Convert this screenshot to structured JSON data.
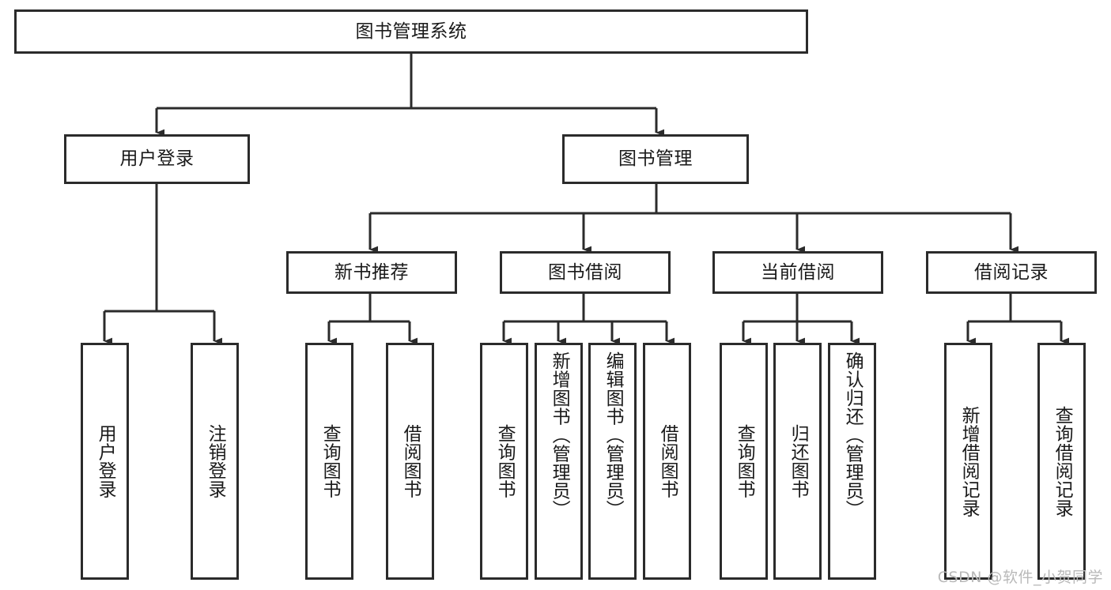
{
  "diagram": {
    "type": "tree-hierarchy-chart",
    "title": "图书管理系统",
    "orientation": "top-down",
    "colors": {
      "box_border": "#2b2b2b",
      "box_fill": "#ffffff",
      "connector": "#2b2b2b",
      "text": "#1a1a1a",
      "watermark": "#b9b9b9",
      "background": "#ffffff"
    },
    "levels": {
      "root": {
        "label": "图书管理系统"
      },
      "level2": [
        {
          "id": "user-login",
          "label": "用户登录"
        },
        {
          "id": "book-management",
          "label": "图书管理"
        }
      ],
      "level3": [
        {
          "id": "new-book-recommend",
          "label": "新书推荐"
        },
        {
          "id": "book-borrow",
          "label": "图书借阅"
        },
        {
          "id": "current-borrow",
          "label": "当前借阅"
        },
        {
          "id": "borrow-record",
          "label": "借阅记录"
        }
      ],
      "leaves": {
        "user_login": [
          {
            "id": "leaf-user-login",
            "label": "用户登录"
          },
          {
            "id": "leaf-logout-login",
            "label": "注销登录"
          }
        ],
        "new_book_recommend": [
          {
            "id": "leaf-query-book-1",
            "label": "查询图书"
          },
          {
            "id": "leaf-borrow-book-1",
            "label": "借阅图书"
          }
        ],
        "book_borrow": [
          {
            "id": "leaf-query-book-2",
            "label": "查询图书"
          },
          {
            "id": "leaf-add-book",
            "label": "新增图书（管理员）"
          },
          {
            "id": "leaf-edit-book",
            "label": "编辑图书（管理员）"
          },
          {
            "id": "leaf-borrow-book-2",
            "label": "借阅图书"
          }
        ],
        "current_borrow": [
          {
            "id": "leaf-query-book-3",
            "label": "查询图书"
          },
          {
            "id": "leaf-return-book",
            "label": "归还图书"
          },
          {
            "id": "leaf-confirm-return",
            "label": "确认归还（管理员）"
          }
        ],
        "borrow_record": [
          {
            "id": "leaf-add-record",
            "label": "新增借阅记录"
          },
          {
            "id": "leaf-query-record",
            "label": "查询借阅记录"
          }
        ]
      }
    }
  },
  "watermark": {
    "text": "CSDN @软件_小贺同学"
  }
}
